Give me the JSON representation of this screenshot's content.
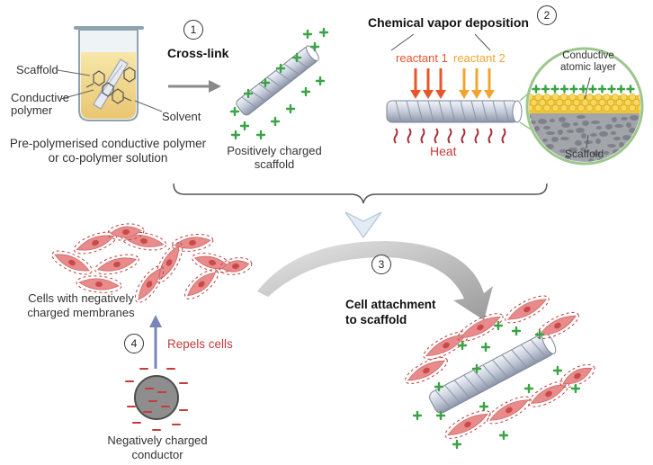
{
  "steps": [
    "1",
    "2",
    "3",
    "4"
  ],
  "labels": {
    "scaffold_beaker": "Scaffold",
    "conductive_polymer": "Conductive\npolymer",
    "solvent": "Solvent",
    "solution_caption": "Pre-polymerised conductive polymer\nor co-polymer solution",
    "cross_link": "Cross-link",
    "charged_scaffold": "Positively charged\nscaffold",
    "cvd_title": "Chemical vapor deposition",
    "reactant_1": "reactant 1",
    "reactant_2": "reactant 2",
    "heat": "Heat",
    "conductive_layer": "Conductive\natomic layer",
    "scaffold_inset": "Scaffold",
    "cells_caption": "Cells with negatively\ncharged membranes",
    "repels_cells": "Repels cells",
    "conductor_caption": "Negatively charged\nconductor",
    "cell_attachment": "Cell attachment\nto scaffold"
  },
  "colors": {
    "cross_link_arrow": "#8a8a8a",
    "reactant_1": "#e8552b",
    "reactant_2": "#f2a431",
    "heat": "#a8303a",
    "plus": "#3aa346",
    "minus": "#c53a3a",
    "cell": "#e98b8b",
    "nucleus": "#c94a4a",
    "repel_arrow": "#7b86b8",
    "inset_ring": "#9cc68e"
  }
}
